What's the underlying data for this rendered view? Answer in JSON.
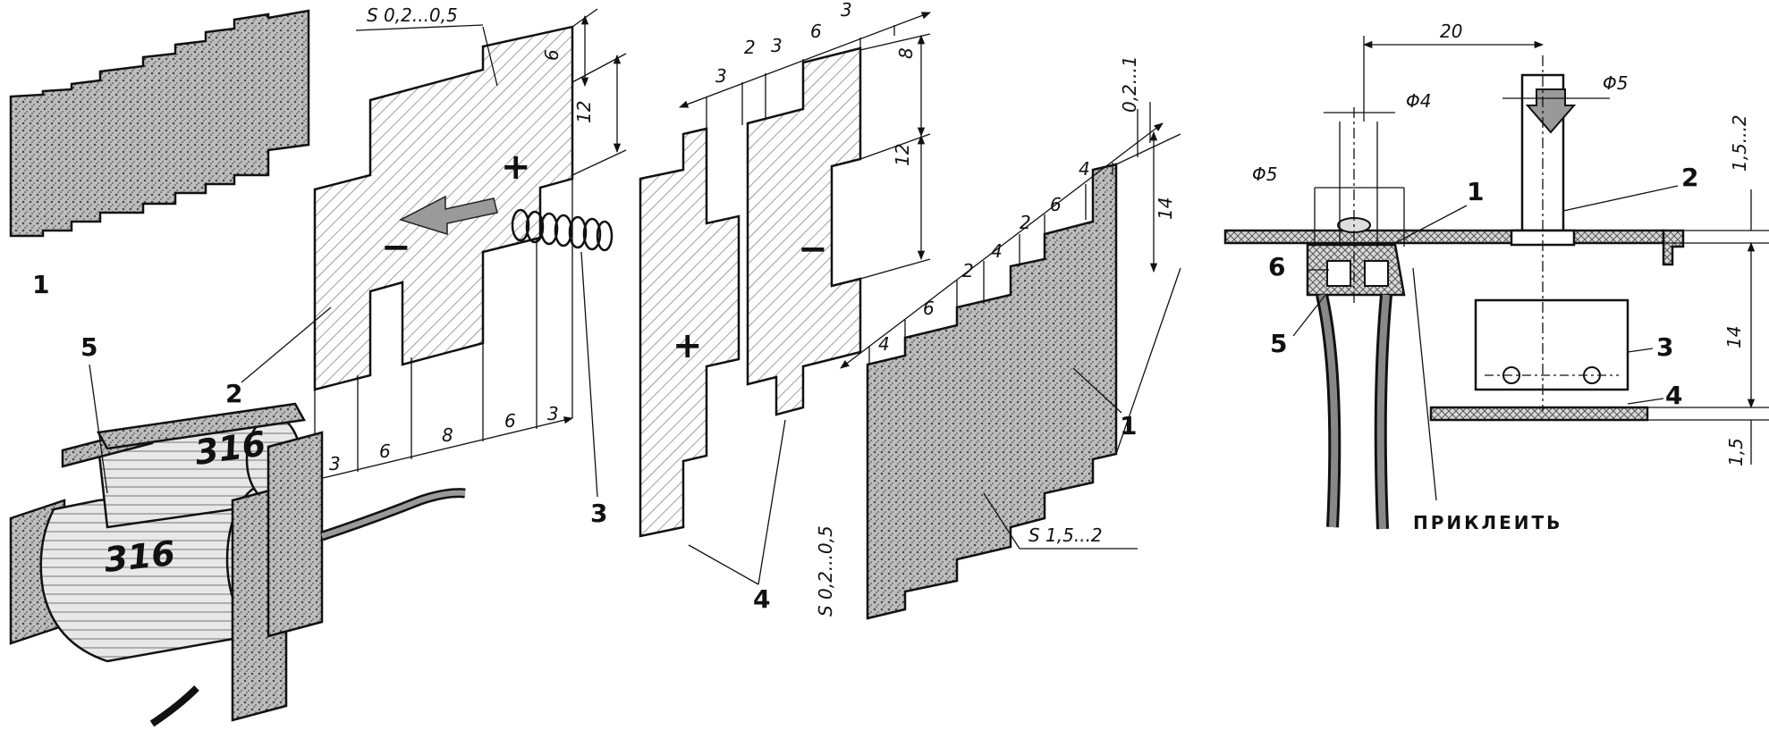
{
  "part_labels": {
    "p1_left": "1",
    "p2": "2",
    "p3": "3",
    "p4": "4",
    "p5": "5",
    "p1_right": "1"
  },
  "thickness_notes": {
    "plate2": "S 0,2...0,5",
    "plate4": "S 0,2...0,5",
    "base1": "S 1,5...2"
  },
  "dims_plate2": {
    "d_top": "6",
    "d_mid": "12",
    "d_b1": "3",
    "d_b2": "6",
    "d_b3": "8",
    "d_b4": "6",
    "d_b5": "3"
  },
  "dims_plate4": {
    "d1": "3",
    "d2": "2",
    "d3": "3",
    "d4": "6",
    "d5": "3",
    "d6": "8",
    "d7": "12"
  },
  "dims_base1": {
    "d1": "4",
    "d2": "6",
    "d3": "2",
    "d4": "4",
    "d5": "2",
    "d6": "6",
    "d7": "4",
    "gap": "0,2...1",
    "height": "14"
  },
  "signs": {
    "plus_big": "+",
    "minus_big": "−",
    "plus_small": "+",
    "minus_small": "−"
  },
  "coil_markings": {
    "front": "316",
    "back": "316"
  },
  "section": {
    "dim_top": "20",
    "phi5_right": "Φ5",
    "phi4": "Φ4",
    "phi5_left": "Φ5",
    "dim_top_right": "1,5...2",
    "dim_mid_right": "14",
    "dim_bottom_right": "1,5",
    "labels": {
      "l1": "1",
      "l2": "2",
      "l3": "3",
      "l4": "4",
      "l5": "5",
      "l6": "6"
    },
    "caption": "ПРИКЛЕИТЬ"
  }
}
